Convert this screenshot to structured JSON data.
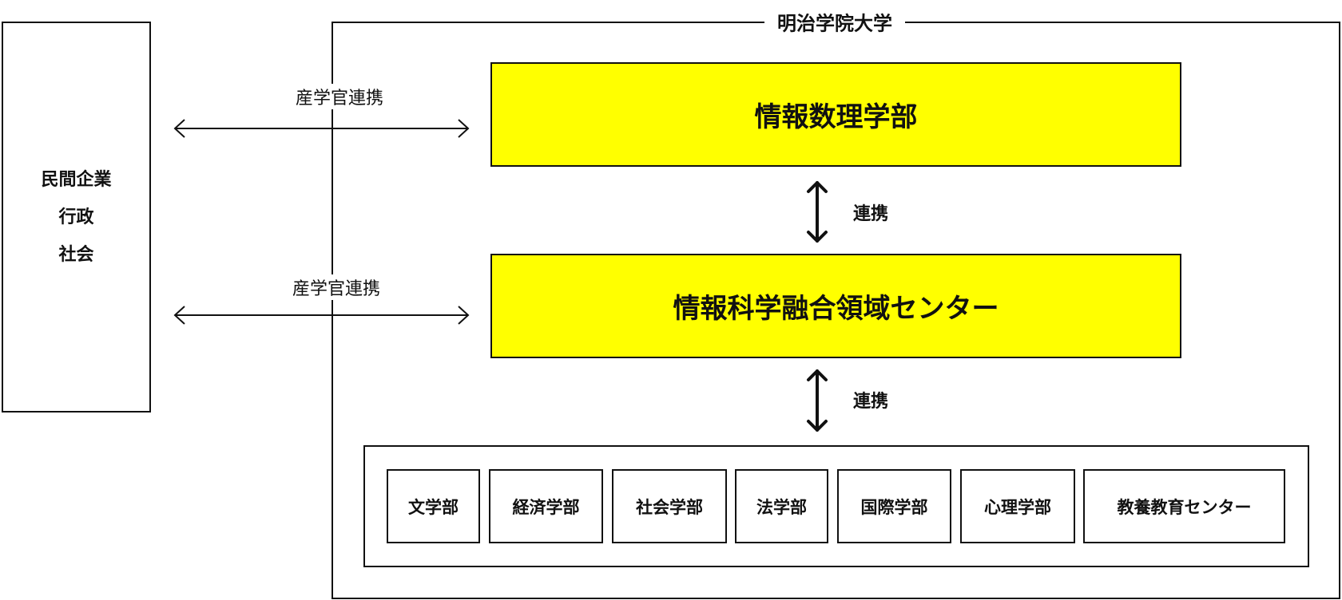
{
  "external": {
    "lines": [
      "民間企業",
      "行政",
      "社会"
    ]
  },
  "university": {
    "title": "明治学院大学"
  },
  "faculty_main": "情報数理学部",
  "center": "情報科学融合領域センター",
  "links": {
    "industry_top": "産学官連携",
    "industry_bottom": "産学官連携",
    "cooperation_top": "連携",
    "cooperation_bottom": "連携"
  },
  "departments": [
    "文学部",
    "経済学部",
    "社会学部",
    "法学部",
    "国際学部",
    "心理学部",
    "教養教育センター"
  ],
  "colors": {
    "highlight": "#ffff00",
    "line": "#111111"
  }
}
